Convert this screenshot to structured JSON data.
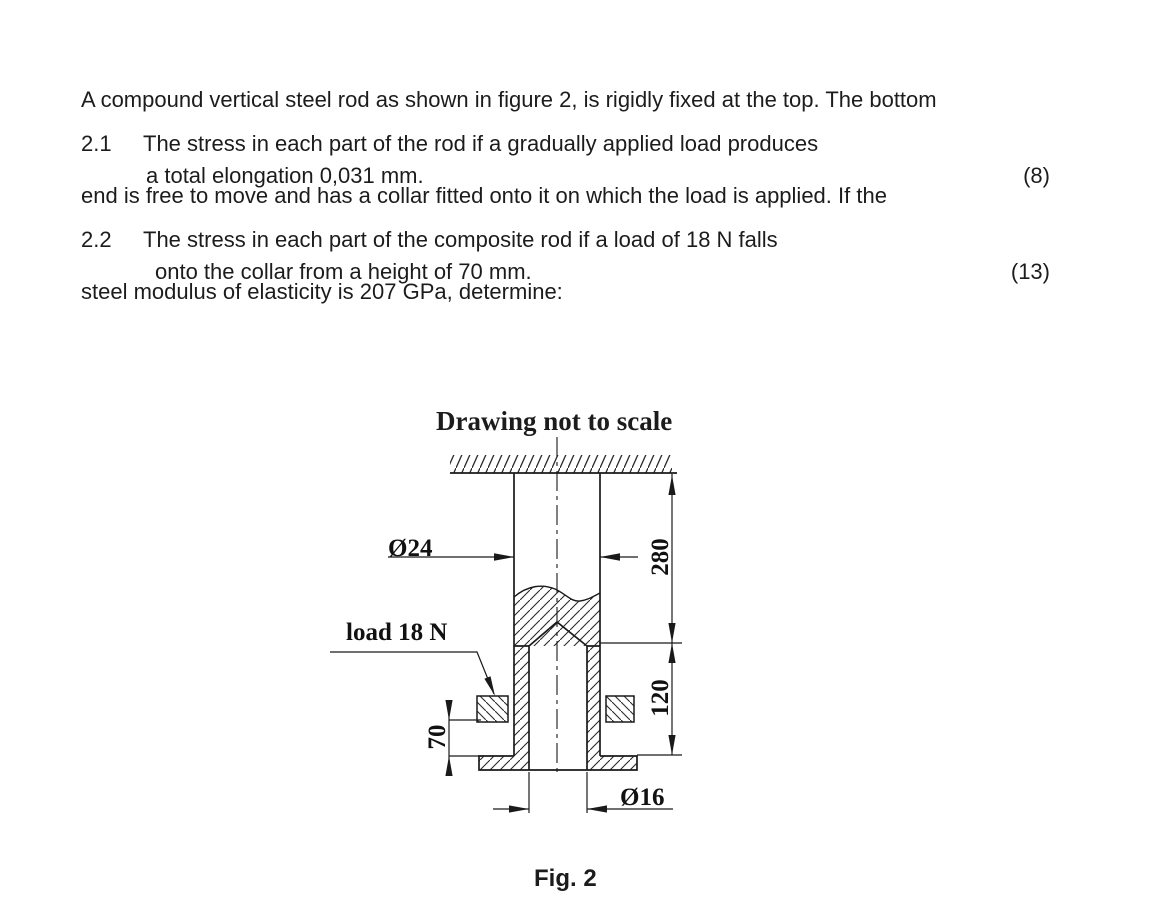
{
  "page": {
    "background": "#ffffff",
    "text_color": "#1c1c1c",
    "line_color": "#1a1a1a"
  },
  "intro": {
    "lines": [
      "A compound vertical steel rod as shown in figure 2, is rigidly fixed at the top. The bottom",
      "end is free to move and has a collar fitted onto it on which the load is applied. If the",
      "steel modulus of elasticity is 207 GPa, determine:"
    ]
  },
  "questions": [
    {
      "number": "2.1",
      "line1": "The stress in each part of the rod if a gradually applied load produces",
      "line2": "a total elongation 0,031 mm.",
      "marks": "(8)"
    },
    {
      "number": "2.2",
      "line1": "The stress in each part of the composite rod if a load of 18 N falls",
      "line2": "onto the collar from a height of 70 mm.",
      "marks": "(13)"
    }
  ],
  "figure": {
    "note": "Drawing not to scale",
    "caption": "Fig. 2",
    "labels": {
      "diameter_top": "Ø24",
      "diameter_bottom": "Ø16",
      "load": "load 18 N",
      "length_top": "280",
      "length_bottom": "120",
      "drop_height": "70"
    }
  }
}
